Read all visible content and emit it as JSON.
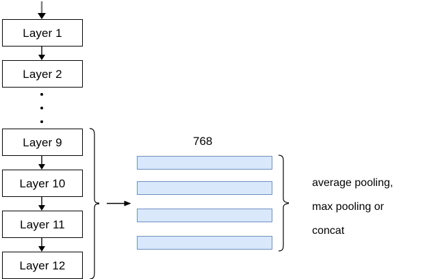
{
  "diagram": {
    "title_label": "768",
    "encoder_layers": [
      {
        "label": "Layer 1"
      },
      {
        "label": "Layer 2"
      },
      {
        "label": "Layer 9"
      },
      {
        "label": "Layer 10"
      },
      {
        "label": "Layer 11"
      },
      {
        "label": "Layer 12"
      }
    ],
    "ellipsis": {
      "dot_count": 3,
      "meaning": "layers 3 through 8 omitted"
    },
    "hidden_vectors": {
      "count": 4,
      "dimension_label": "768",
      "fill_color": "#dae8fc",
      "border_color": "#6c8ebf"
    },
    "pooling_note": {
      "lines": [
        "average pooling,",
        "max pooling or",
        "concat"
      ]
    },
    "arrows": {
      "input_arrow_color": "#808080",
      "flow_arrow_color": "#000000",
      "to_vectors_label": ""
    },
    "braces": {
      "left_brace_meaning": "last four layers grouped",
      "right_brace_meaning": "four hidden vectors combined"
    }
  }
}
